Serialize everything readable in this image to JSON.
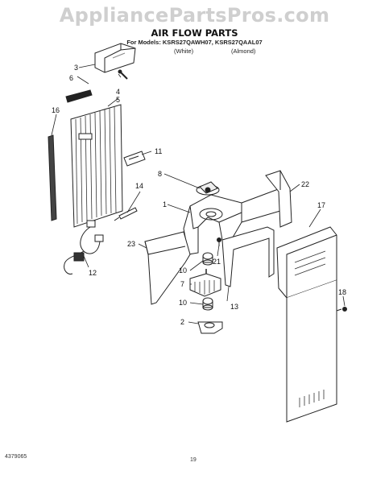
{
  "header": {
    "watermark": "AppliancePartsPros.com",
    "title": "AIR FLOW PARTS",
    "models": "For Models: KSRS27QAWH07, KSRS27QAAL07",
    "variant_white": "(White)",
    "variant_almond": "(Almond)"
  },
  "footer": {
    "doc_number": "4379065",
    "page_number": "19"
  },
  "callouts": [
    {
      "id": "c3",
      "label": "3"
    },
    {
      "id": "c6",
      "label": "6"
    },
    {
      "id": "c4",
      "label": "4"
    },
    {
      "id": "c5",
      "label": "5"
    },
    {
      "id": "c16",
      "label": "16"
    },
    {
      "id": "c11",
      "label": "11"
    },
    {
      "id": "c8",
      "label": "8"
    },
    {
      "id": "c22",
      "label": "22"
    },
    {
      "id": "c14",
      "label": "14"
    },
    {
      "id": "c1",
      "label": "1"
    },
    {
      "id": "c17",
      "label": "17"
    },
    {
      "id": "c23",
      "label": "23"
    },
    {
      "id": "c21",
      "label": "21"
    },
    {
      "id": "c12",
      "label": "12"
    },
    {
      "id": "c10a",
      "label": "10"
    },
    {
      "id": "c7",
      "label": "7"
    },
    {
      "id": "c13",
      "label": "13"
    },
    {
      "id": "c10b",
      "label": "10"
    },
    {
      "id": "c18",
      "label": "18"
    },
    {
      "id": "c2",
      "label": "2"
    }
  ]
}
